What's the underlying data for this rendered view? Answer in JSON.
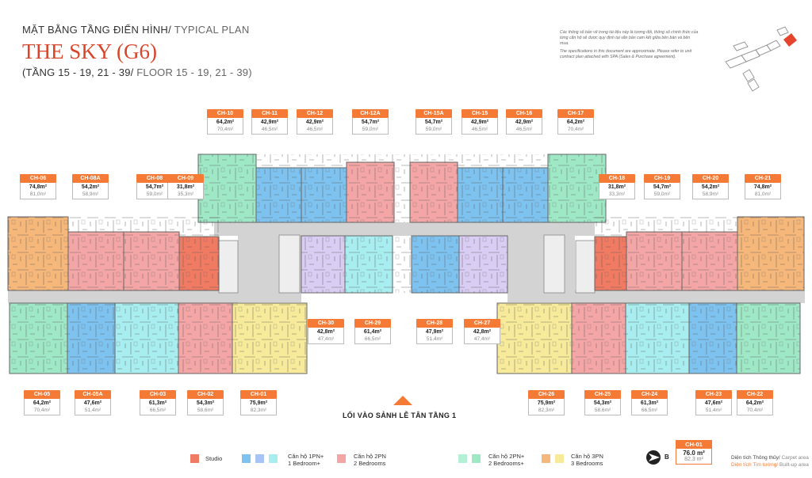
{
  "header": {
    "line1_main": "MẶT BẰNG TẦNG ĐIỂN HÌNH/",
    "line1_sub": " TYPICAL PLAN",
    "title": "THE SKY (G6)",
    "line3_main": "(TẦNG 15 - 19, 21 - 39/",
    "line3_sub": " FLOOR 15 - 19, 21 - 39)"
  },
  "note": {
    "vi": "Các thông số bản vẽ trong tài liệu này là tương đối, thông số chính thức của từng căn hộ sẽ được quy định tại văn bản cam kết giữa bên bán và bên mua.",
    "en": "The specifications in this document are approximate. Please refer to unit contract plan attached with SPA (Sales & Purchase agreement)."
  },
  "entrance": "LỐI VÀO SẢNH LỄ TÂN TẦNG 1",
  "compass": "B",
  "colors": {
    "studio": "#f07b62",
    "p1": "#7ec2ef",
    "p2": "#f4a6a6",
    "p2plus": "#9fe8c6",
    "p3": "#f6b77b",
    "accent": "#f47a35",
    "title": "#d8452a",
    "corridor": "#d5d5d5"
  },
  "legend": [
    {
      "main": "Studio",
      "sub": ""
    },
    {
      "main": "Căn hộ 1PN+",
      "sub": "1 Bedroom+"
    },
    {
      "main": "Căn hộ 2PN",
      "sub": "2 Bedrooms"
    },
    {
      "main": "Căn hộ 2PN+",
      "sub": "2 Bedrooms+"
    },
    {
      "main": "Căn hộ 3PN",
      "sub": "3 Bedrooms"
    }
  ],
  "key": {
    "code": "CH-01",
    "carpet": "76.0 m²",
    "builtup": "82.3 m²",
    "carpet_label_vi": "Diện tích Thông thủy/",
    "carpet_label_en": " Carpet area",
    "builtup_label_vi": "Diện tích Tim tường/",
    "builtup_label_en": " Built-up area"
  },
  "units": [
    {
      "code": "CH-10",
      "c": "64,2m²",
      "b": "70,4m²"
    },
    {
      "code": "CH-11",
      "c": "42,9m²",
      "b": "46,5m²"
    },
    {
      "code": "CH-12",
      "c": "42,9m²",
      "b": "46,5m²"
    },
    {
      "code": "CH-12A",
      "c": "54,7m²",
      "b": "59,0m²"
    },
    {
      "code": "CH-15A",
      "c": "54,7m²",
      "b": "59,0m²"
    },
    {
      "code": "CH-15",
      "c": "42,9m²",
      "b": "46,5m²"
    },
    {
      "code": "CH-16",
      "c": "42,9m²",
      "b": "46,5m²"
    },
    {
      "code": "CH-17",
      "c": "64,2m²",
      "b": "70,4m²"
    },
    {
      "code": "CH-06",
      "c": "74,8m²",
      "b": "81,0m²"
    },
    {
      "code": "CH-08A",
      "c": "54,2m²",
      "b": "58,9m²"
    },
    {
      "code": "CH-08",
      "c": "54,7m²",
      "b": "59,0m²"
    },
    {
      "code": "CH-09",
      "c": "31,8m²",
      "b": "35,3m²"
    },
    {
      "code": "CH-18",
      "c": "31,8m²",
      "b": "33,3m²"
    },
    {
      "code": "CH-19",
      "c": "54,7m²",
      "b": "59,0m²"
    },
    {
      "code": "CH-20",
      "c": "54,2m²",
      "b": "58,9m²"
    },
    {
      "code": "CH-21",
      "c": "74,8m²",
      "b": "81,0m²"
    },
    {
      "code": "CH-30",
      "c": "42,8m²",
      "b": "47,4m²"
    },
    {
      "code": "CH-29",
      "c": "61,4m²",
      "b": "66,5m²"
    },
    {
      "code": "CH-28",
      "c": "47,9m²",
      "b": "51,4m²"
    },
    {
      "code": "CH-27",
      "c": "42,8m²",
      "b": "47,4m²"
    },
    {
      "code": "CH-05",
      "c": "64,2m²",
      "b": "70,4m²"
    },
    {
      "code": "CH-05A",
      "c": "47,6m²",
      "b": "51,4m²"
    },
    {
      "code": "CH-03",
      "c": "61,3m²",
      "b": "66,5m²"
    },
    {
      "code": "CH-02",
      "c": "54,3m²",
      "b": "58,6m²"
    },
    {
      "code": "CH-01",
      "c": "75,9m²",
      "b": "82,3m²"
    },
    {
      "code": "CH-26",
      "c": "75,9m²",
      "b": "82,3m²"
    },
    {
      "code": "CH-25",
      "c": "54,3m²",
      "b": "58,6m²"
    },
    {
      "code": "CH-24",
      "c": "61,3m²",
      "b": "66,5m²"
    },
    {
      "code": "CH-23",
      "c": "47,6m²",
      "b": "51,4m²"
    },
    {
      "code": "CH-22",
      "c": "64,2m²",
      "b": "70,4m²"
    }
  ]
}
